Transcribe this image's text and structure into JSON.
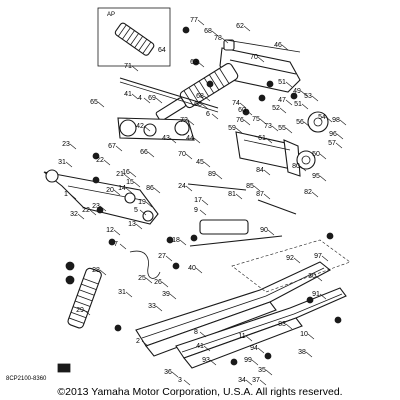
{
  "inset": {
    "label": "AP",
    "part_number": "64"
  },
  "doc_code": "8CP2100-8360",
  "copyright": "©2013 Yamaha Motor Corporation, U.S.A. All rights reserved.",
  "callouts": [
    "77",
    "62",
    "68",
    "78",
    "46",
    "71",
    "63",
    "70",
    "65",
    "4",
    "41",
    "69",
    "68",
    "51",
    "53",
    "6",
    "68",
    "72",
    "42",
    "43",
    "70",
    "44",
    "45",
    "47",
    "49",
    "51",
    "52",
    "56",
    "55",
    "54",
    "57",
    "50",
    "98",
    "96",
    "59",
    "61",
    "73",
    "74",
    "76",
    "75",
    "60",
    "23",
    "67",
    "16",
    "66",
    "22",
    "21",
    "20",
    "14",
    "86",
    "31",
    "1",
    "19",
    "15",
    "5",
    "32",
    "22",
    "23",
    "12",
    "13",
    "7",
    "24",
    "17",
    "9",
    "89",
    "80",
    "95",
    "84",
    "85",
    "82",
    "87",
    "81",
    "92",
    "90",
    "18",
    "25",
    "27",
    "28",
    "29",
    "33",
    "31",
    "26",
    "2",
    "8",
    "36",
    "39",
    "41",
    "30",
    "11",
    "93",
    "97",
    "91",
    "83",
    "3",
    "99",
    "94",
    "35",
    "34",
    "37",
    "38",
    "10",
    "40",
    "88"
  ]
}
